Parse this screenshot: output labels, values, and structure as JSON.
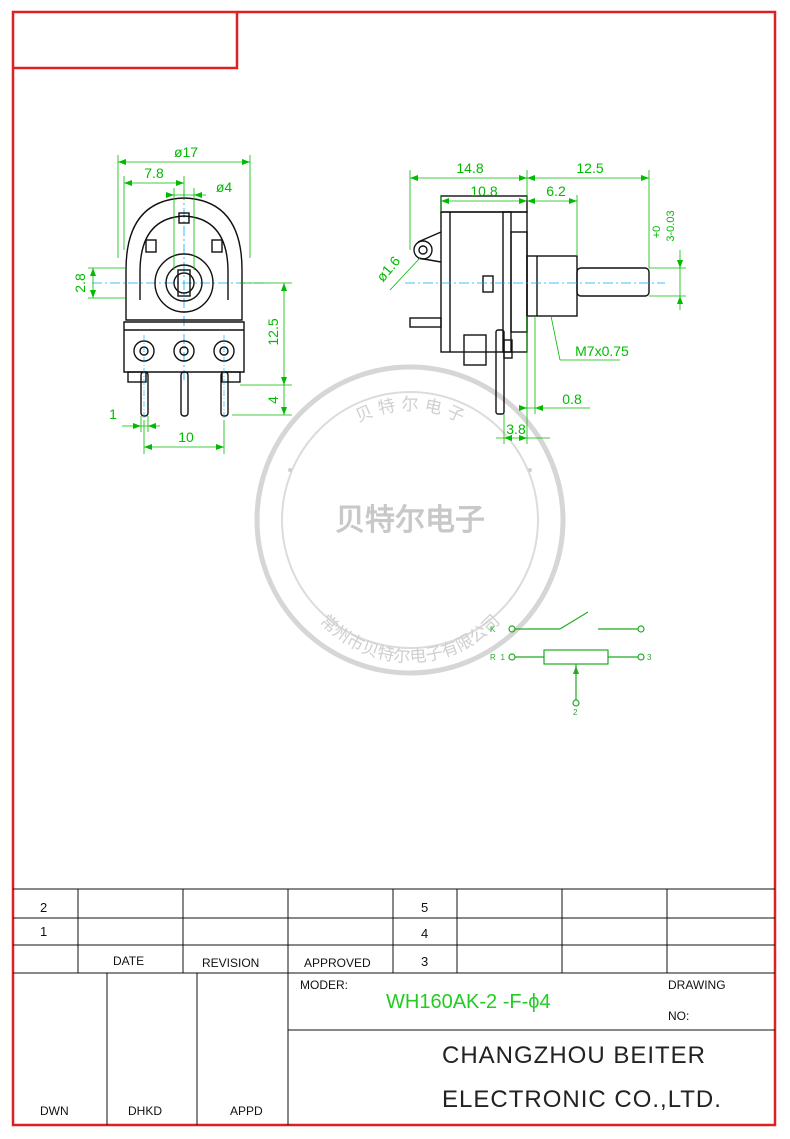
{
  "colors": {
    "border": "#e02020",
    "outline": "#111111",
    "dimension": "#00bb00",
    "centerline": "#00aaff",
    "stamp": "#c8c8c8"
  },
  "front_view": {
    "dim_diameter": "ø17",
    "dim_offset": "7.8",
    "dim_shaft": "ø4",
    "dim_left": "2.8",
    "dim_height": "12.5",
    "dim_pin_len": "4",
    "dim_pin_w": "1",
    "dim_pitch": "10"
  },
  "side_view": {
    "dim_total": "14.8",
    "dim_shaft_len": "12.5",
    "dim_body": "10.8",
    "dim_thread": "6.2",
    "dim_tolerance_upper": "+0",
    "dim_tolerance_lower": "3-0.03",
    "dim_hole": "ø1.6",
    "dim_thread_spec": "M7x0.75",
    "dim_offset": "0.8",
    "dim_tab": "3.8"
  },
  "schematic": {
    "label_k": "K",
    "label_r": "R",
    "pin_1": "1",
    "pin_2": "2",
    "pin_3": "3"
  },
  "stamp": {
    "center_text": "贝特尔电子",
    "top_arc": "贝 特 尔 电 子",
    "bottom_arc": "常州市贝特尔电子有限公司"
  },
  "title_block": {
    "rev_rows": [
      "2",
      "1"
    ],
    "headers": [
      "DATE",
      "REVISION",
      "APPROVED"
    ],
    "right_rows": [
      "5",
      "4",
      "3"
    ],
    "moder_label": "MODER:",
    "model_value": "WH160AK-2 -F-ϕ4",
    "drawing_label": "DRAWING",
    "no_label": "NO:",
    "company_line1": "CHANGZHOU BEITER",
    "company_line2": "ELECTRONIC CO.,LTD.",
    "sign_labels": [
      "DWN",
      "DHKD",
      "APPD"
    ]
  }
}
